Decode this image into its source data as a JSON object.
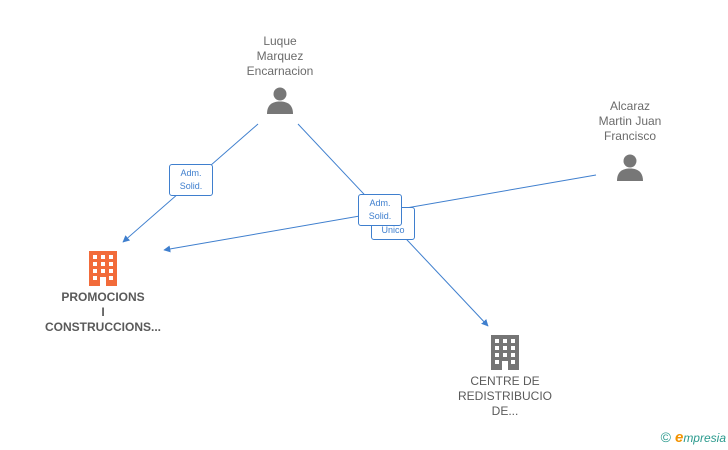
{
  "nodes": {
    "luque": {
      "label_lines": [
        "Luque",
        "Marquez",
        "Encarnacion"
      ],
      "icon": "person-icon"
    },
    "alcaraz": {
      "label_lines": [
        "Alcaraz",
        "Martin Juan",
        "Francisco"
      ],
      "icon": "person-icon"
    },
    "promocions": {
      "label_lines": [
        "PROMOCIONS",
        "I",
        "CONSTRUCCIONS..."
      ],
      "icon": "building-icon",
      "color": "#f26b3a"
    },
    "centre": {
      "label_lines": [
        "CENTRE DE",
        "REDISTRIBUCIO",
        "DE..."
      ],
      "icon": "building-icon",
      "color": "#757575"
    }
  },
  "edges": [
    {
      "from": "Luque Marquez Encarnacion",
      "to": "PROMOCIONS I CONSTRUCCIONS...",
      "label_lines": [
        "Adm.",
        "Solid."
      ]
    },
    {
      "from": "Luque Marquez Encarnacion",
      "to": "CENTRE DE REDISTRIBUCIO DE...",
      "label_lines": [
        "Unico"
      ]
    },
    {
      "from": "Alcaraz Martin Juan Francisco",
      "to": "PROMOCIONS I CONSTRUCCIONS...",
      "label_lines": [
        "Adm.",
        "Solid."
      ]
    }
  ],
  "colors": {
    "edge": "#3f7fce",
    "person": "#777777",
    "company_highlight": "#f26b3a",
    "company": "#757575"
  },
  "footer": {
    "copyright": "©",
    "brand_initial": "e",
    "brand_rest": "mpresia"
  }
}
